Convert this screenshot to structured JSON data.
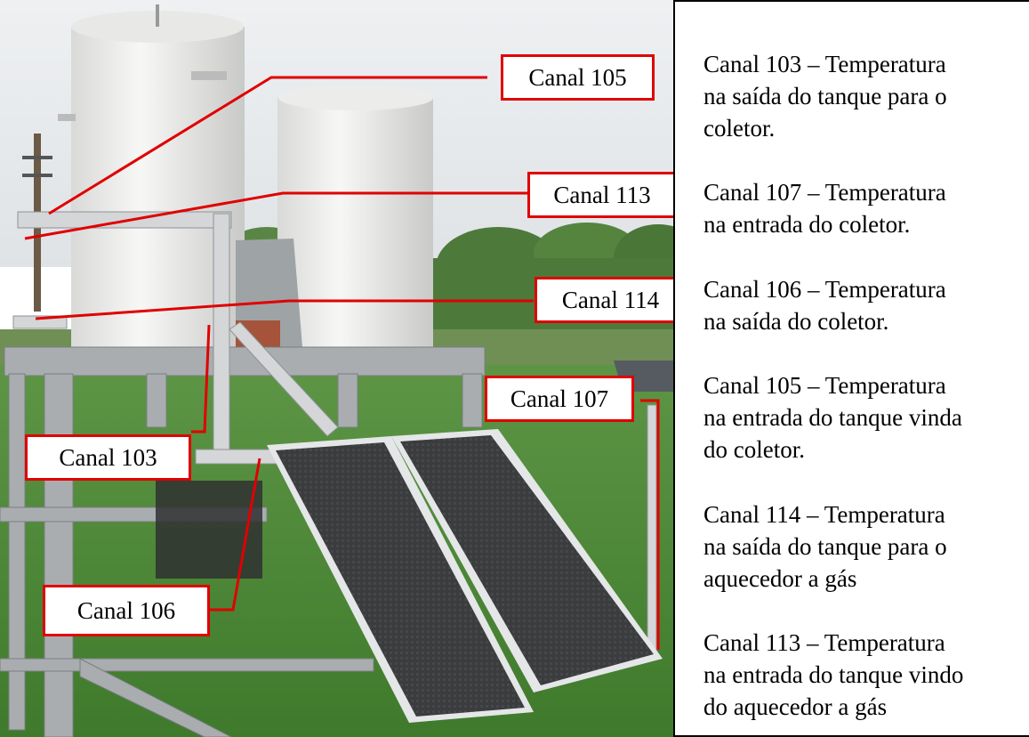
{
  "labels": {
    "c105": "Canal 105",
    "c113": "Canal 113",
    "c114": "Canal 114",
    "c107": "Canal 107",
    "c103": "Canal 103",
    "c106": "Canal 106"
  },
  "legend": [
    {
      "lines": [
        "Canal 103 – Temperatura",
        "na saída do tanque para o",
        "coletor."
      ]
    },
    {
      "lines": [
        "Canal 107 – Temperatura",
        "na entrada do coletor."
      ]
    },
    {
      "lines": [
        "Canal 106 – Temperatura",
        "na saída do coletor."
      ]
    },
    {
      "lines": [
        "Canal 105 – Temperatura",
        "na entrada do tanque vinda",
        "do coletor."
      ]
    },
    {
      "lines": [
        "Canal 114 – Temperatura",
        "na saída do tanque para o",
        "aquecedor a gás"
      ]
    },
    {
      "lines": [
        "Canal 113 – Temperatura",
        "na entrada do tanque vindo",
        "do aquecedor a gás"
      ]
    }
  ],
  "colors": {
    "sky": "#e9ecee",
    "grass": "#4f8a36",
    "tank": "#f2f2f0",
    "metal": "#b9bcbf",
    "panel": "#3a3a3c",
    "leader": "#e00000"
  }
}
